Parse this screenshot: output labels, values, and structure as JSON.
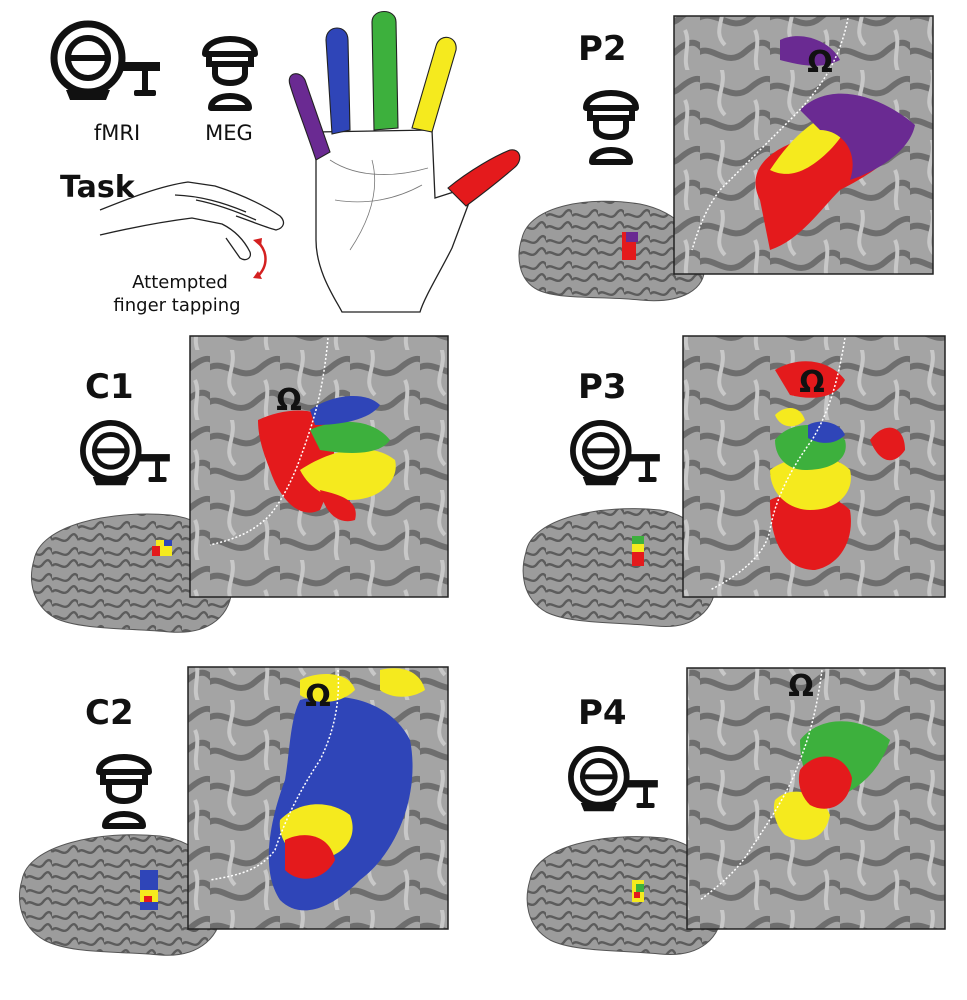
{
  "legend": {
    "fmri_label": "fMRI",
    "meg_label": "MEG",
    "task_label": "Task",
    "task_desc_line1": "Attempted",
    "task_desc_line2": "finger tapping"
  },
  "colors": {
    "thumb": "#e41a1c",
    "index": "#f5ea1e",
    "middle": "#3db03d",
    "ring": "#2f45b8",
    "little": "#6a2a92",
    "cortex": "#9a9a9a",
    "sulcus_line": "#ffffff"
  },
  "omega_symbol": "Ω",
  "panels": [
    {
      "id": "P2",
      "label": "P2",
      "modality": "MEG",
      "icon": "meg-icon"
    },
    {
      "id": "C1",
      "label": "C1",
      "modality": "fMRI",
      "icon": "fmri-icon"
    },
    {
      "id": "P3",
      "label": "P3",
      "modality": "fMRI",
      "icon": "fmri-icon"
    },
    {
      "id": "C2",
      "label": "C2",
      "modality": "MEG",
      "icon": "meg-icon"
    },
    {
      "id": "P4",
      "label": "P4",
      "modality": "fMRI",
      "icon": "fmri-icon"
    }
  ]
}
